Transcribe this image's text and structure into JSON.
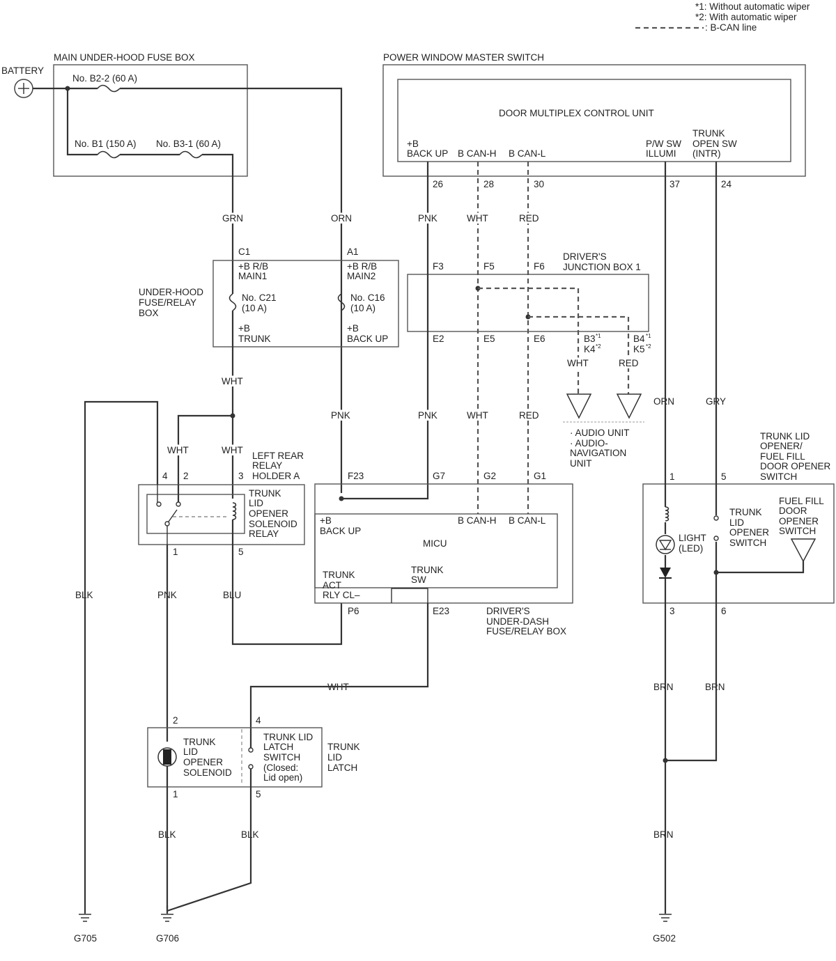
{
  "legend": {
    "note1": "*1:  Without automatic wiper",
    "note2": "*2:  With automatic wiper",
    "can_line": ": B-CAN line"
  },
  "battery": "BATTERY",
  "main_fuse_box": {
    "title": "MAIN UNDER-HOOD FUSE BOX",
    "fuse_b22": "No. B2-2 (60 A)",
    "fuse_b1": "No. B1 (150 A)",
    "fuse_b31": "No. B3-1 (60 A)"
  },
  "pw_master_switch": {
    "title": "POWER WINDOW MASTER SWITCH",
    "unit": "DOOR MULTIPLEX CONTROL UNIT",
    "backup": [
      "+B",
      "BACK UP"
    ],
    "bcanh": "B CAN-H",
    "bcanl": "B CAN-L",
    "pwsw": [
      "P/W SW",
      "ILLUMI"
    ],
    "trunk_open": [
      "TRUNK",
      "OPEN SW",
      "(INTR)"
    ],
    "pins": [
      "26",
      "28",
      "30",
      "37",
      "24"
    ]
  },
  "wire_colors": {
    "grn": "GRN",
    "orn": "ORN",
    "pnk": "PNK",
    "wht": "WHT",
    "red": "RED",
    "blk": "BLK",
    "blu": "BLU",
    "gry": "GRY",
    "brn": "BRN"
  },
  "underhood_box": {
    "title": [
      "UNDER-HOOD",
      "FUSE/RELAY",
      "BOX"
    ],
    "c1": "C1",
    "a1": "A1",
    "main1": [
      "+B R/B",
      "MAIN1"
    ],
    "main2": [
      "+B R/B",
      "MAIN2"
    ],
    "c21": [
      "No. C21",
      "(10 A)"
    ],
    "c16": [
      "No. C16",
      "(10 A)"
    ],
    "trunk": [
      "+B",
      "TRUNK"
    ],
    "backup": [
      "+B",
      "BACK UP"
    ]
  },
  "junction_box": {
    "title": [
      "DRIVER'S",
      "JUNCTION BOX 1"
    ],
    "f3": "F3",
    "f5": "F5",
    "f6": "F6",
    "e2": "E2",
    "e5": "E5",
    "e6": "E6",
    "b3": "B3",
    "k4": "K4",
    "b4": "B4",
    "k5": "K5",
    "s1": "*1",
    "s2": "*2"
  },
  "audio": [
    "· AUDIO UNIT",
    "· AUDIO-",
    "NAVIGATION",
    "UNIT"
  ],
  "relay_holder": {
    "title": [
      "LEFT REAR",
      "RELAY",
      "HOLDER A"
    ],
    "relay": [
      "TRUNK",
      "LID",
      "OPENER",
      "SOLENOID",
      "RELAY"
    ],
    "pins": [
      "4",
      "2",
      "3",
      "1",
      "5"
    ]
  },
  "micu": {
    "name": "MICU",
    "f23": "F23",
    "g7": "G7",
    "g2": "G2",
    "g1": "G1",
    "p6": "P6",
    "e23": "E23",
    "backup": [
      "+B",
      "BACK UP"
    ],
    "bcanh": "B CAN-H",
    "bcanl": "B CAN-L",
    "act": [
      "TRUNK",
      "ACT",
      "RLY CL–"
    ],
    "sw": [
      "TRUNK",
      "SW"
    ],
    "box_title": [
      "DRIVER'S",
      "UNDER-DASH",
      "FUSE/RELAY BOX"
    ]
  },
  "trunk_switch": {
    "title": [
      "TRUNK LID",
      "OPENER/",
      "FUEL FILL",
      "DOOR OPENER",
      "SWITCH"
    ],
    "pins": [
      "1",
      "5",
      "3",
      "6"
    ],
    "light": [
      "LIGHT",
      "(LED)"
    ],
    "tsw": [
      "TRUNK",
      "LID",
      "OPENER",
      "SWITCH"
    ],
    "fsw": [
      "FUEL FILL",
      "DOOR",
      "OPENER",
      "SWITCH"
    ]
  },
  "latch": {
    "title": [
      "TRUNK",
      "LID",
      "LATCH"
    ],
    "solenoid": [
      "TRUNK",
      "LID",
      "OPENER",
      "SOLENOID"
    ],
    "switch": [
      "TRUNK LID",
      "LATCH",
      "SWITCH",
      "(Closed:",
      "Lid open)"
    ],
    "pins": [
      "2",
      "4",
      "1",
      "5"
    ]
  },
  "grounds": [
    "G705",
    "G706",
    "G502"
  ]
}
